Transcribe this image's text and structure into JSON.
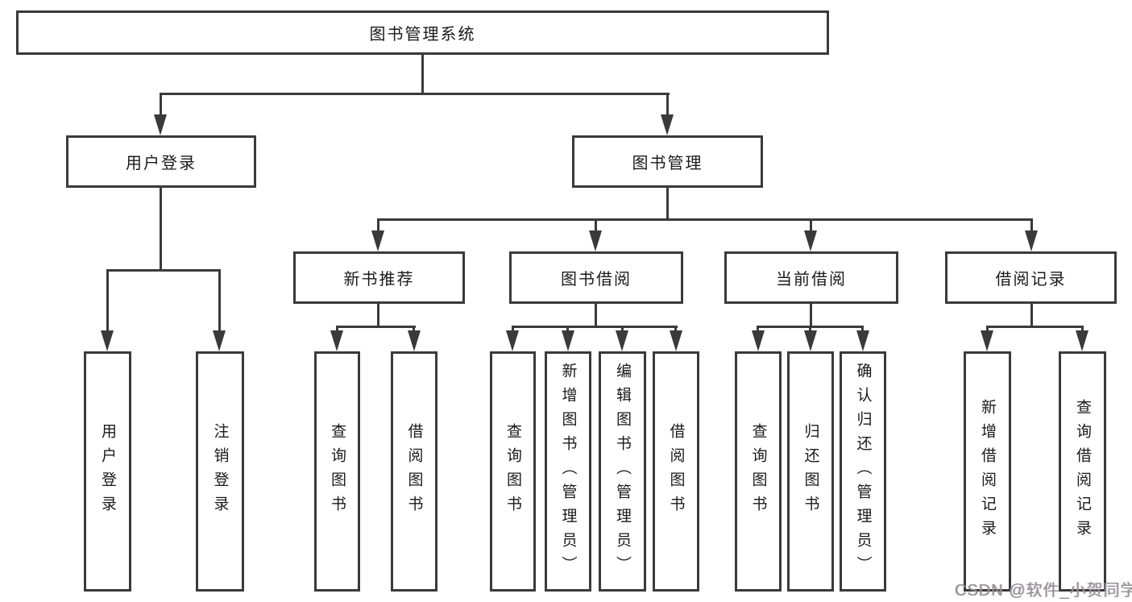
{
  "diagram": {
    "title": "图书管理系统",
    "colors": {
      "line": "#3a3a3a",
      "text": "#1a1a1a",
      "background": "#ffffff",
      "watermark": "#8f8f8f"
    },
    "tree": {
      "label": "图书管理系统",
      "children": [
        {
          "label": "用户登录",
          "children": [
            {
              "label": "用户登录"
            },
            {
              "label": "注销登录"
            }
          ]
        },
        {
          "label": "图书管理",
          "children": [
            {
              "label": "新书推荐",
              "children": [
                {
                  "label": "查询图书"
                },
                {
                  "label": "借阅图书"
                }
              ]
            },
            {
              "label": "图书借阅",
              "children": [
                {
                  "label": "查询图书"
                },
                {
                  "label": "新增图书（管理员）"
                },
                {
                  "label": "编辑图书（管理员）"
                },
                {
                  "label": "借阅图书"
                }
              ]
            },
            {
              "label": "当前借阅",
              "children": [
                {
                  "label": "查询图书"
                },
                {
                  "label": "归还图书"
                },
                {
                  "label": "确认归还（管理员）"
                }
              ]
            },
            {
              "label": "借阅记录",
              "children": [
                {
                  "label": "新增借阅记录"
                },
                {
                  "label": "查询借阅记录"
                }
              ]
            }
          ]
        }
      ]
    }
  },
  "watermark": {
    "text": "CSDN @软件_小贺同学"
  }
}
